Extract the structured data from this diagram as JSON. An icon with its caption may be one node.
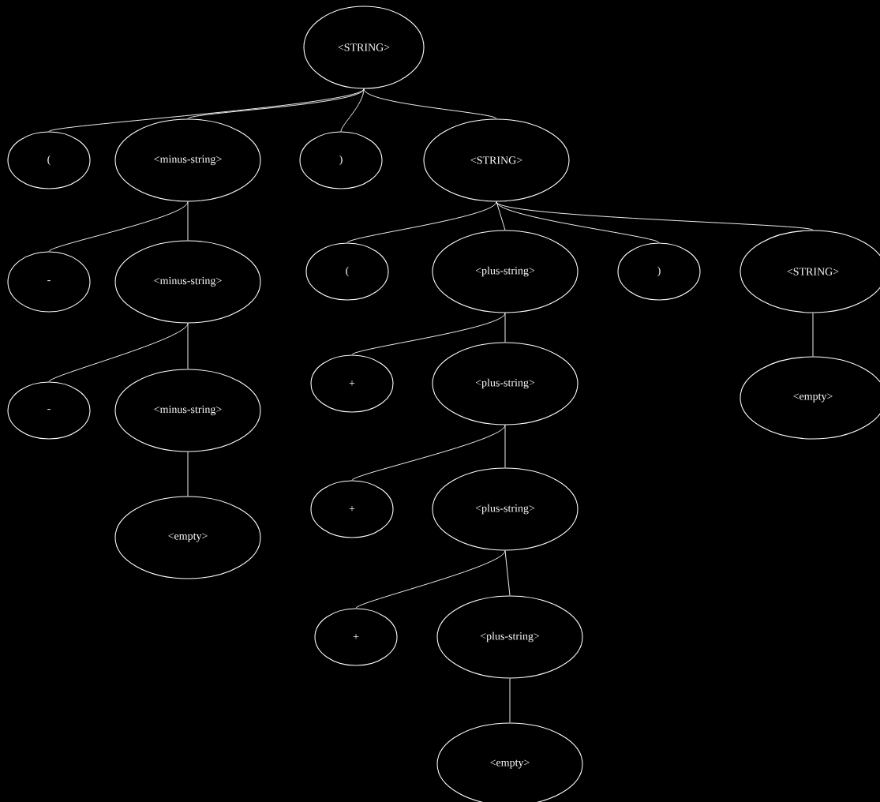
{
  "diagram": {
    "nodes": [
      {
        "text": [
          "<STRING>"
        ]
      },
      {
        "text": [
          "("
        ]
      },
      {
        "text": [
          "<minus-string>"
        ]
      },
      {
        "text": [
          ")"
        ]
      },
      {
        "text": [
          "<STRING>"
        ]
      },
      {
        "text": [
          "-"
        ]
      },
      {
        "text": [
          "<minus-string>"
        ]
      },
      {
        "text": [
          "("
        ]
      },
      {
        "text": [
          "<plus-string>"
        ]
      },
      {
        "text": [
          ")"
        ]
      },
      {
        "text": [
          "<STRING>"
        ]
      },
      {
        "text": [
          "-"
        ]
      },
      {
        "text": [
          "<minus-string>"
        ]
      },
      {
        "text": [
          "+"
        ]
      },
      {
        "text": [
          "<plus-string>"
        ]
      },
      {
        "text": [
          "<empty>"
        ]
      },
      {
        "text": [
          "<empty>"
        ]
      },
      {
        "text": [
          "+"
        ]
      },
      {
        "text": [
          "<plus-string>"
        ]
      },
      {
        "text": [
          "+"
        ]
      },
      {
        "text": [
          "<plus-string>"
        ]
      },
      {
        "text": [
          "<empty>"
        ]
      }
    ],
    "edges": [
      {
        "from": 0,
        "to": 1,
        "arrow": "none"
      },
      {
        "from": 0,
        "to": 2,
        "arrow": "none"
      },
      {
        "from": 0,
        "to": 3,
        "arrow": "none"
      },
      {
        "from": 0,
        "to": 4,
        "arrow": "none"
      },
      {
        "from": 2,
        "to": 5,
        "arrow": "none"
      },
      {
        "from": 2,
        "to": 6,
        "arrow": "none"
      },
      {
        "from": 6,
        "to": 11,
        "arrow": "none"
      },
      {
        "from": 6,
        "to": 12,
        "arrow": "none"
      },
      {
        "from": 12,
        "to": 16,
        "arrow": "none"
      },
      {
        "from": 4,
        "to": 7,
        "arrow": "none"
      },
      {
        "from": 4,
        "to": 8,
        "arrow": "none"
      },
      {
        "from": 4,
        "to": 9,
        "arrow": "none"
      },
      {
        "from": 4,
        "to": 10,
        "arrow": "none"
      },
      {
        "from": 8,
        "to": 13,
        "arrow": "none"
      },
      {
        "from": 8,
        "to": 14,
        "arrow": "none"
      },
      {
        "from": 14,
        "to": 17,
        "arrow": "none"
      },
      {
        "from": 14,
        "to": 18,
        "arrow": "none"
      },
      {
        "from": 18,
        "to": 19,
        "arrow": "none"
      },
      {
        "from": 18,
        "to": 20,
        "arrow": "none"
      },
      {
        "from": 20,
        "to": 21,
        "arrow": "none"
      },
      {
        "from": 10,
        "to": 15,
        "arrow": "none"
      }
    ]
  }
}
